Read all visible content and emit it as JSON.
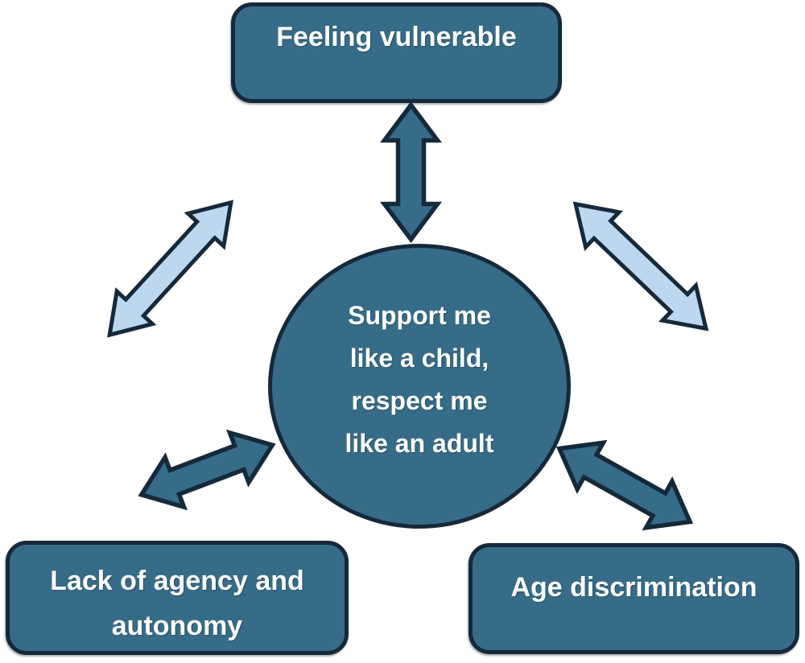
{
  "colors": {
    "node_fill": "#366C88",
    "node_border": "#16293A",
    "dark_arrow_fill": "#366C88",
    "light_arrow_fill": "#BCD7EE",
    "label_text": "#FFFFFF",
    "page_background": "#FFFFFF"
  },
  "center_circle": {
    "lines": [
      "Support me",
      "like a child,",
      "respect me",
      "like an adult"
    ]
  },
  "nodes": {
    "top": {
      "label": "Feeling vulnerable"
    },
    "bottom_left": {
      "label": "Lack of agency and autonomy"
    },
    "bottom_right": {
      "label": "Age discrimination"
    }
  },
  "arrows": [
    {
      "name": "center-to-top",
      "style": "dark",
      "between": [
        "center-circle",
        "top"
      ]
    },
    {
      "name": "top-to-bottom-left",
      "style": "light",
      "between": [
        "top",
        "bottom-left"
      ]
    },
    {
      "name": "top-to-bottom-right",
      "style": "light",
      "between": [
        "top",
        "bottom-right"
      ]
    },
    {
      "name": "center-to-bottom-left",
      "style": "dark",
      "between": [
        "center-circle",
        "bottom-left"
      ]
    },
    {
      "name": "center-to-bottom-right",
      "style": "dark",
      "between": [
        "center-circle",
        "bottom-right"
      ]
    }
  ]
}
